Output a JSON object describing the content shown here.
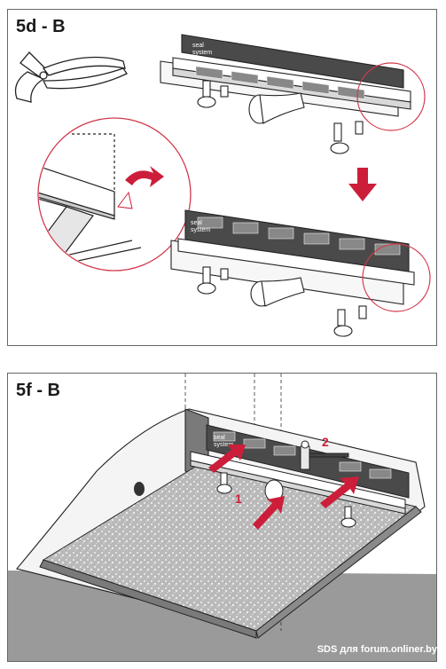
{
  "panels": {
    "top": {
      "label": "5d - B"
    },
    "bottom": {
      "label": "5f - B"
    }
  },
  "drain": {
    "brand_line1": "seal",
    "brand_line2": "system"
  },
  "callouts": {
    "step1": "1",
    "step2": "2"
  },
  "watermark": "SDS для forum.onliner.by",
  "colors": {
    "accent_red": "#cc1e3a",
    "circle_red": "#d23a4b",
    "floor_gray": "#b9b9b9",
    "slab_gray": "#9a9a9a",
    "outline": "#222222"
  },
  "icons": [
    "pliers-icon",
    "down-arrow-icon",
    "bend-arrow-icon",
    "drain-channel",
    "magnifier-circle"
  ]
}
